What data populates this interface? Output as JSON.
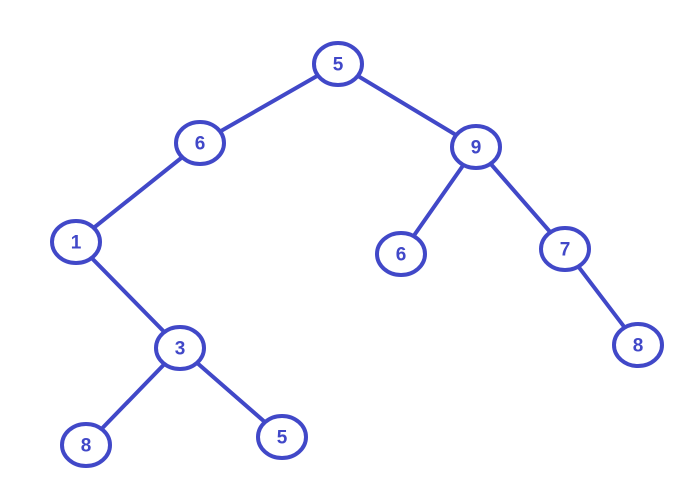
{
  "colors": {
    "stroke": "#4148c8",
    "fill": "#ffffff",
    "text": "#4148c8"
  },
  "nodes": [
    {
      "id": "root",
      "value": "5"
    },
    {
      "id": "n6a",
      "value": "6"
    },
    {
      "id": "n9",
      "value": "9"
    },
    {
      "id": "n1",
      "value": "1"
    },
    {
      "id": "n6b",
      "value": "6"
    },
    {
      "id": "n7",
      "value": "7"
    },
    {
      "id": "n3",
      "value": "3"
    },
    {
      "id": "n8b",
      "value": "8"
    },
    {
      "id": "n8a",
      "value": "8"
    },
    {
      "id": "n5b",
      "value": "5"
    }
  ],
  "edges": [
    {
      "from": "root",
      "to": "n6a"
    },
    {
      "from": "root",
      "to": "n9"
    },
    {
      "from": "n6a",
      "to": "n1"
    },
    {
      "from": "n9",
      "to": "n6b"
    },
    {
      "from": "n9",
      "to": "n7"
    },
    {
      "from": "n1",
      "to": "n3"
    },
    {
      "from": "n7",
      "to": "n8b"
    },
    {
      "from": "n3",
      "to": "n8a"
    },
    {
      "from": "n3",
      "to": "n5b"
    }
  ]
}
